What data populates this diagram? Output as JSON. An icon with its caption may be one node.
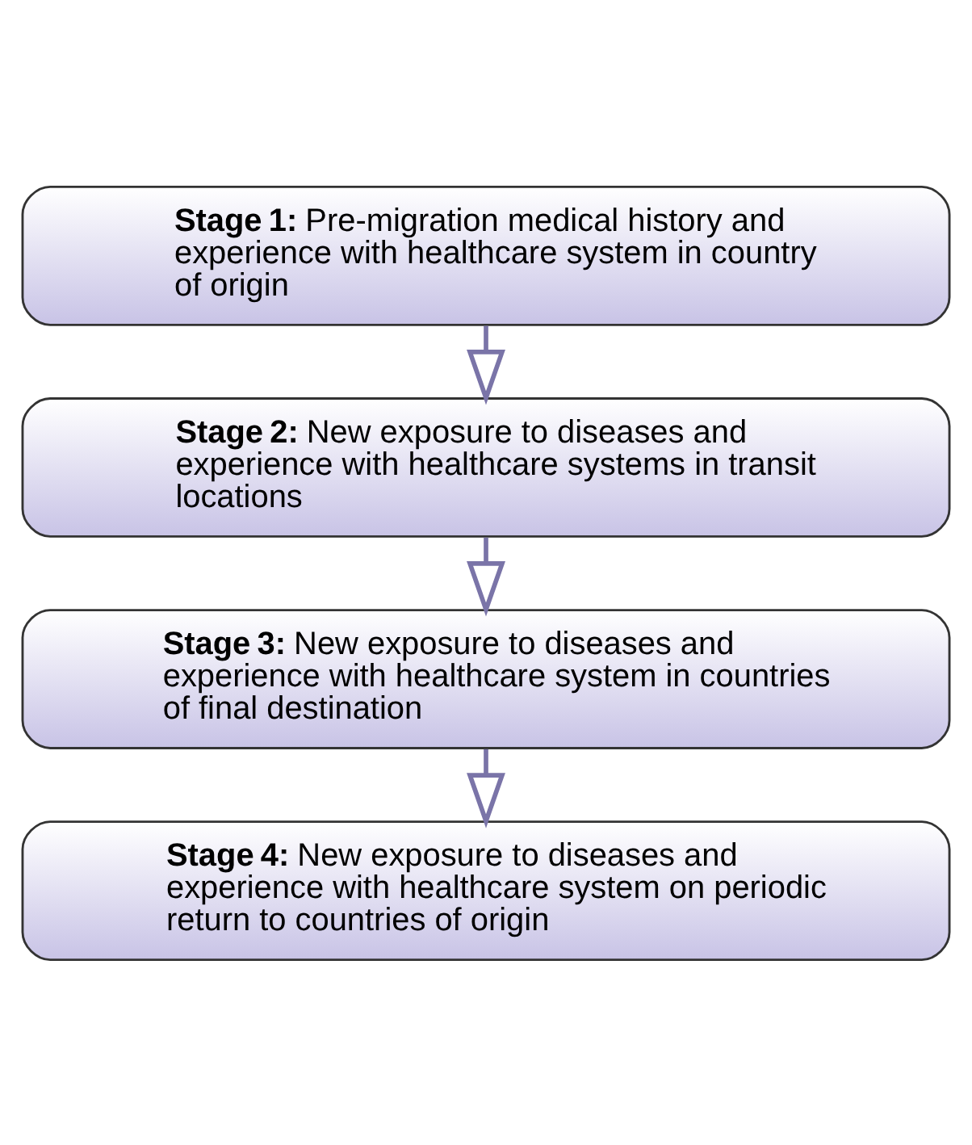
{
  "diagram": {
    "nodes": [
      {
        "text": [
          "**Stage 1:** Pre-migration medical history and experience with healthcare system in country of origin"
        ]
      },
      {
        "text": [
          "**Stage 2:** New exposure to diseases and experience with healthcare systems in transit locations"
        ]
      },
      {
        "text": [
          "**Stage 3:** New exposure to diseases and experience with healthcare system in countries of final destination"
        ]
      },
      {
        "text": [
          "**Stage 4:** New exposure to diseases and experience with healthcare system on periodic return to countries of origin"
        ]
      }
    ],
    "edges": [
      {
        "from": 0,
        "to": 1,
        "arrow": "to"
      },
      {
        "from": 1,
        "to": 2,
        "arrow": "to"
      },
      {
        "from": 2,
        "to": 3,
        "arrow": "to"
      }
    ]
  }
}
